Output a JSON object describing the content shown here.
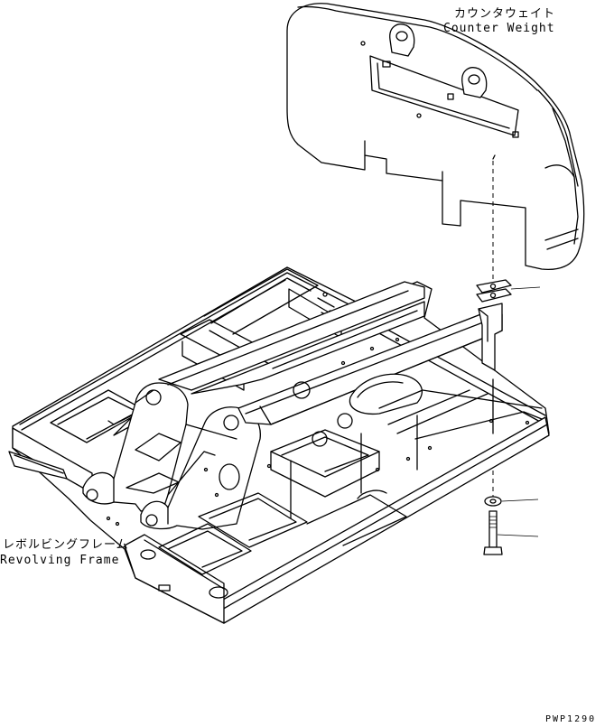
{
  "labels": {
    "counter_weight_jp": "カウンタウェイト",
    "counter_weight_en": "Counter Weight",
    "revolving_frame_jp": "レボルビングフレーム",
    "revolving_frame_en": "Revolving Frame",
    "drawing_code": "PWP1290"
  },
  "icons": [
    "counter-weight",
    "revolving-frame",
    "washer",
    "bolt",
    "shim"
  ],
  "colors": {
    "line": "#000000",
    "background": "#ffffff"
  }
}
